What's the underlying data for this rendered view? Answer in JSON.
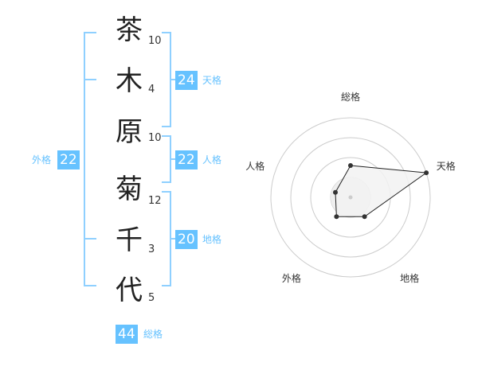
{
  "name": {
    "chars": [
      {
        "char": "茶",
        "strokes": "10"
      },
      {
        "char": "木",
        "strokes": "4"
      },
      {
        "char": "原",
        "strokes": "10"
      },
      {
        "char": "菊",
        "strokes": "12"
      },
      {
        "char": "千",
        "strokes": "3"
      },
      {
        "char": "代",
        "strokes": "5"
      }
    ]
  },
  "fortunes": {
    "tenkaku": {
      "value": "24",
      "label": "天格"
    },
    "jinkaku": {
      "value": "22",
      "label": "人格"
    },
    "chikaku": {
      "value": "20",
      "label": "地格"
    },
    "gaikaku": {
      "value": "22",
      "label": "外格"
    },
    "soukaku": {
      "value": "44",
      "label": "総格"
    }
  },
  "colors": {
    "accent": "#66c2ff",
    "bracket": "#8fd0ff",
    "grid": "#cccccc",
    "polygon_fill": "#f2f2f2",
    "polygon_stroke": "#222222"
  },
  "chart_data": {
    "type": "radar",
    "axes": [
      "総格",
      "天格",
      "地格",
      "外格",
      "人格"
    ],
    "values": [
      2,
      5,
      1.5,
      1.5,
      1
    ],
    "rmax": 5,
    "rings": 4
  }
}
